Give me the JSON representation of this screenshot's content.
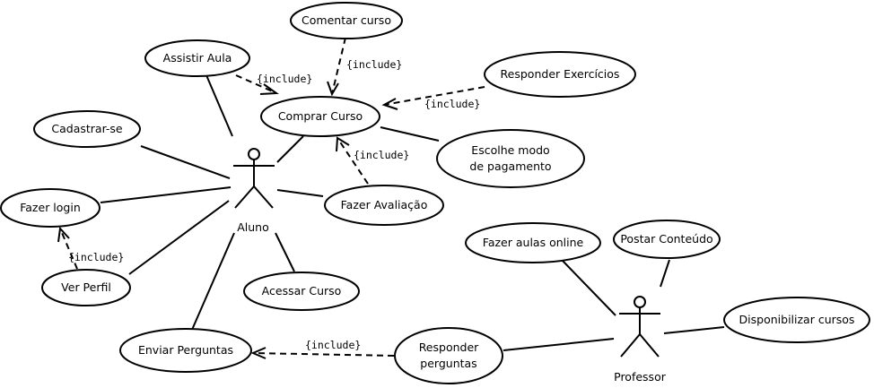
{
  "actors": {
    "aluno": "Aluno",
    "professor": "Professor"
  },
  "use_cases": {
    "comentar_curso": "Comentar curso",
    "assistir_aula": "Assistir Aula",
    "comprar_curso": "Comprar Curso",
    "responder_exercicios": "Responder Exercícios",
    "cadastrar_se": "Cadastrar-se",
    "escolhe_modo_line1": "Escolhe modo",
    "escolhe_modo_line2": "de pagamento",
    "fazer_login": "Fazer login",
    "fazer_avaliacao": "Fazer Avaliação",
    "ver_perfil": "Ver Perfil",
    "acessar_curso": "Acessar Curso",
    "enviar_perguntas": "Enviar Perguntas",
    "responder_perguntas_line1": "Responder",
    "responder_perguntas_line2": "perguntas",
    "fazer_aulas_online": "Fazer aulas online",
    "postar_conteudo": "Postar Conteúdo",
    "disponibilizar_cursos": "Disponibilizar cursos"
  },
  "stereotypes": {
    "include_assistir": "{include}",
    "include_comentar": "{include}",
    "include_responder_ex": "{include}",
    "include_avaliacao": "{include}",
    "include_ver_perfil": "{include}",
    "include_responder_perg": "{include}"
  }
}
